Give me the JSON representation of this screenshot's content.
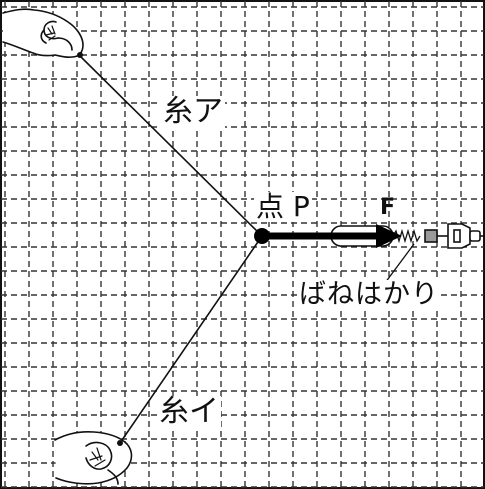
{
  "labels": {
    "thread_a": "糸ア",
    "thread_i": "糸イ",
    "point_p": "点 P",
    "force_f": "F",
    "spring_scale": "ばねはかり"
  },
  "colors": {
    "ink": "#111111",
    "grid": "#333333",
    "background": "#ffffff"
  },
  "icons": {
    "hand_top": "hand-holding-thread-icon",
    "hand_bottom": "hand-holding-thread-icon",
    "spring_scale": "spring-scale-icon"
  }
}
